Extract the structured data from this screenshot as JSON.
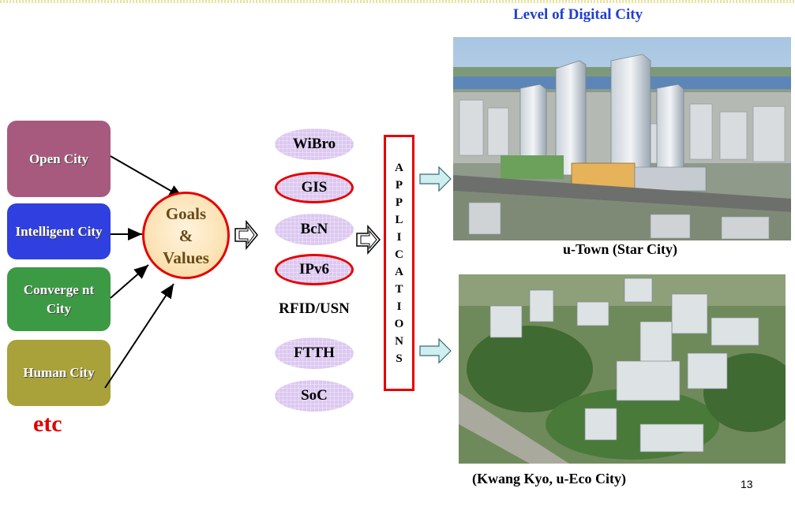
{
  "title": "Level of Digital City",
  "cities": [
    {
      "label": "Open City",
      "color": "#a85a7e"
    },
    {
      "label": "Intelligent City",
      "color": "#2f3fe0"
    },
    {
      "label": "Converge nt City",
      "color": "#3c9a44"
    },
    {
      "label": "Human City",
      "color": "#a9a13a"
    }
  ],
  "etc": "etc",
  "goals": {
    "line1": "Goals",
    "line2": "&",
    "line3": "Values"
  },
  "technologies": [
    "WiBro",
    "GIS",
    "BcN",
    "IPv6",
    "RFID/USN",
    "FTTH",
    "SoC"
  ],
  "applications_letters": [
    "A",
    "P",
    "P",
    "L",
    "I",
    "C",
    "A",
    "T",
    "I",
    "O",
    "N",
    "S"
  ],
  "photo1_caption": "u-Town (Star City)",
  "photo2_caption": "(Kwang Kyo,  u-Eco City)",
  "page_number": "13"
}
